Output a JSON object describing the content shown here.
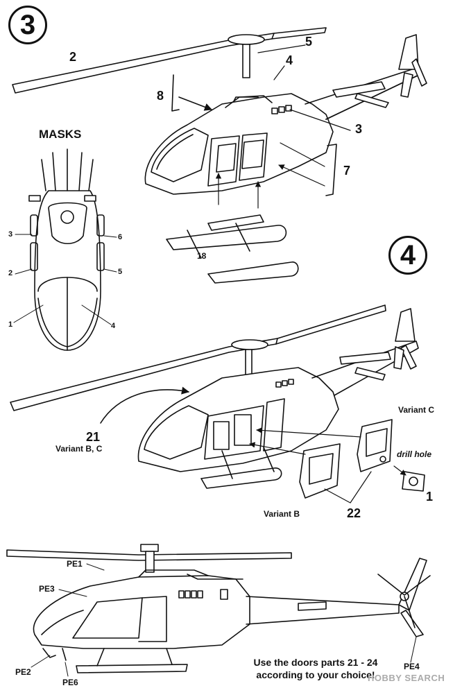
{
  "steps": {
    "step3": "3",
    "step4": "4"
  },
  "masks": {
    "title": "MASKS",
    "labels": [
      "1",
      "2",
      "3",
      "4",
      "5",
      "6"
    ]
  },
  "step3_parts": {
    "rotor_blade": "2",
    "mast": "5",
    "antenna": "4",
    "grab_handle_left": "8",
    "engine_cover": "3",
    "grab_handle_right": "7",
    "skids": "18"
  },
  "step4_parts": {
    "door_21": "21",
    "door_21_variants": "Variant B, C",
    "variant_c": "Variant C",
    "drill_hole": "drill hole",
    "part_1": "1",
    "variant_b": "Variant B",
    "door_22": "22"
  },
  "pe_parts": {
    "pe1": "PE1",
    "pe3": "PE3",
    "pe2": "PE2",
    "pe6": "PE6",
    "pe4": "PE4"
  },
  "note": {
    "line1": "Use the doors parts 21 - 24",
    "line2": "according to your choice!"
  },
  "watermark": "HOBBY SEARCH"
}
